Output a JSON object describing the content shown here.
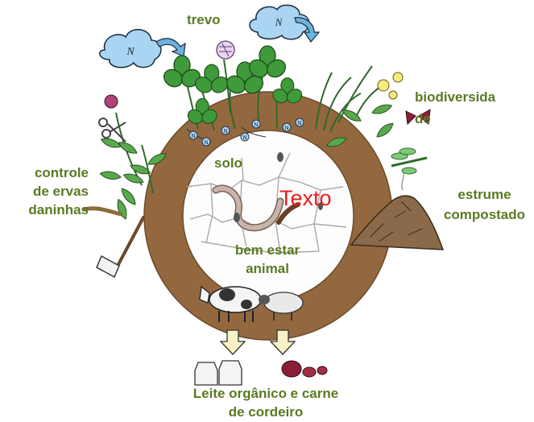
{
  "labels": {
    "trevo": "trevo",
    "biodiversidade_line1": "biodiversida",
    "biodiversidade_line2": "de",
    "controle_line1": "controle",
    "controle_line2": "de ervas",
    "controle_line3": "daninhas",
    "solo": "solo",
    "texto": "Texto",
    "estrume_line1": "estrume",
    "estrume_line2": "compostado",
    "bem_estar_line1": "bem estar",
    "bem_estar_line2": "animal",
    "leite_line1": "Leite orgânico e carne",
    "leite_line2": "de cordeiro"
  },
  "icons": {
    "cloud_letter": "N"
  },
  "colors": {
    "label_green": "#5a7a23",
    "soil_brown": "#93683f",
    "placeholder_red": "#ee1c1c",
    "cloud_blue": "#a9d4f2",
    "leaf_green": "#3f9a3a"
  }
}
